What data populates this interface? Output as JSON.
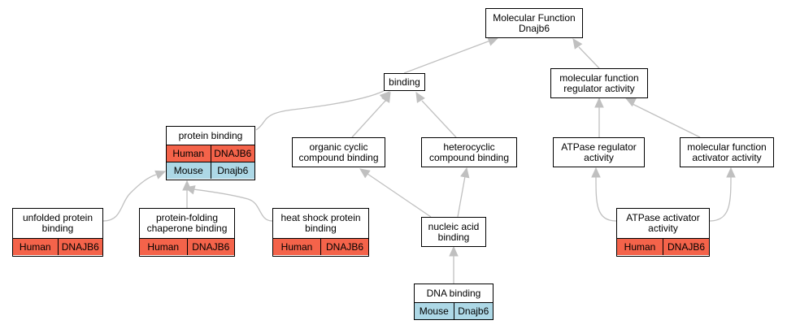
{
  "nodes": {
    "root": {
      "label": "Molecular Function\nDnajb6"
    },
    "binding": {
      "label": "binding"
    },
    "mf_regulator": {
      "label": "molecular function\nregulator activity"
    },
    "protein_binding": {
      "label": "protein binding",
      "ann": [
        {
          "species": "Human",
          "gene": "DNAJB6"
        },
        {
          "species": "Mouse",
          "gene": "Dnajb6"
        }
      ]
    },
    "organic_cyclic": {
      "label": "organic cyclic\ncompound binding"
    },
    "heterocyclic": {
      "label": "heterocyclic\ncompound binding"
    },
    "atpase_reg": {
      "label": "ATPase regulator\nactivity"
    },
    "mf_activator": {
      "label": "molecular function\nactivator activity"
    },
    "unfolded": {
      "label": "unfolded protein\nbinding",
      "ann": [
        {
          "species": "Human",
          "gene": "DNAJB6"
        }
      ]
    },
    "chaperone": {
      "label": "protein-folding\nchaperone binding",
      "ann": [
        {
          "species": "Human",
          "gene": "DNAJB6"
        }
      ]
    },
    "heat_shock": {
      "label": "heat shock protein\nbinding",
      "ann": [
        {
          "species": "Human",
          "gene": "DNAJB6"
        }
      ]
    },
    "nucleic": {
      "label": "nucleic acid\nbinding"
    },
    "atpase_act": {
      "label": "ATPase activator\nactivity",
      "ann": [
        {
          "species": "Human",
          "gene": "DNAJB6"
        }
      ]
    },
    "dna": {
      "label": "DNA binding",
      "ann": [
        {
          "species": "Mouse",
          "gene": "Dnajb6"
        }
      ]
    }
  },
  "edges": [
    {
      "from": "binding",
      "to": "root"
    },
    {
      "from": "mf_regulator",
      "to": "root"
    },
    {
      "from": "protein_binding",
      "to": "binding"
    },
    {
      "from": "organic_cyclic",
      "to": "binding"
    },
    {
      "from": "heterocyclic",
      "to": "binding"
    },
    {
      "from": "atpase_reg",
      "to": "mf_regulator"
    },
    {
      "from": "mf_activator",
      "to": "mf_regulator"
    },
    {
      "from": "unfolded",
      "to": "protein_binding"
    },
    {
      "from": "chaperone",
      "to": "protein_binding"
    },
    {
      "from": "heat_shock",
      "to": "protein_binding"
    },
    {
      "from": "nucleic",
      "to": "organic_cyclic"
    },
    {
      "from": "nucleic",
      "to": "heterocyclic"
    },
    {
      "from": "dna",
      "to": "nucleic"
    },
    {
      "from": "atpase_act",
      "to": "atpase_reg"
    },
    {
      "from": "atpase_act",
      "to": "mf_activator"
    }
  ],
  "colors": {
    "human": "#f4634a",
    "mouse": "#add8e6",
    "edge": "#c0c0c0",
    "border": "#000000"
  }
}
